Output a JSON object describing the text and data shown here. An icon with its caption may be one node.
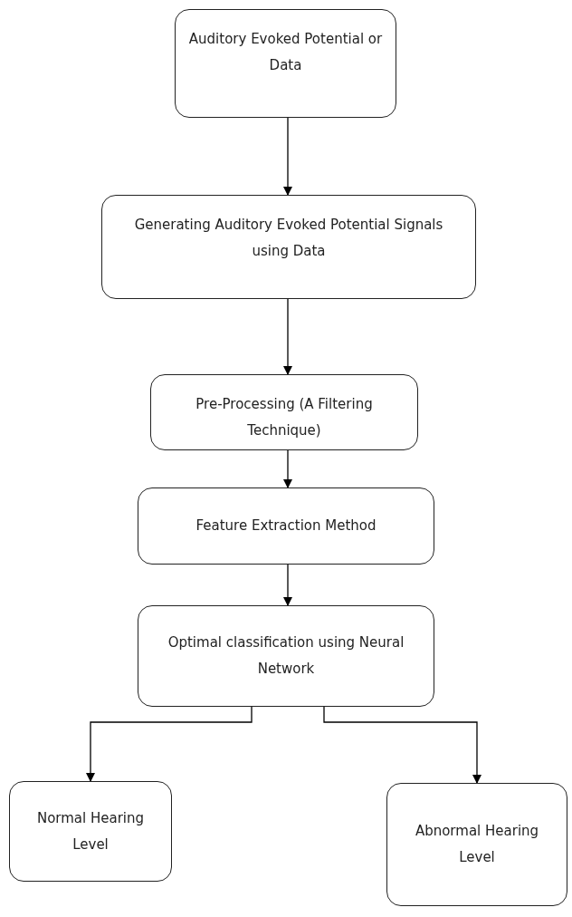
{
  "diagram": {
    "nodes": [
      {
        "text": [
          "Auditory Evoked Potential or Data"
        ]
      },
      {
        "text": [
          "Generating Auditory Evoked Potential Signals using Data"
        ]
      },
      {
        "text": [
          "Pre-Processing (A Filtering Technique)"
        ]
      },
      {
        "text": [
          "Feature Extraction Method"
        ]
      },
      {
        "text": [
          "Optimal classification using Neural Network"
        ]
      },
      {
        "text": [
          "Normal Hearing Level"
        ]
      },
      {
        "text": [
          "Abnormal Hearing Level"
        ]
      }
    ],
    "edges": [
      {
        "from": 0,
        "to": 1,
        "arrow": "to"
      },
      {
        "from": 1,
        "to": 2,
        "arrow": "to"
      },
      {
        "from": 2,
        "to": 3,
        "arrow": "to"
      },
      {
        "from": 3,
        "to": 4,
        "arrow": "to"
      },
      {
        "from": 4,
        "to": 5,
        "arrow": "to"
      },
      {
        "from": 4,
        "to": 6,
        "arrow": "to"
      }
    ]
  }
}
